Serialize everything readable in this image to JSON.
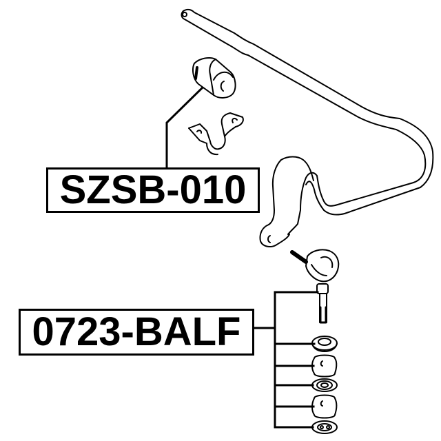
{
  "diagram": {
    "type": "exploded parts catalog diagram",
    "subject": "stabilizer bar with bushing, bracket and stabilizer link kit",
    "colors": {
      "line": "#000000",
      "background": "#ffffff"
    },
    "labels": [
      {
        "id": "szsb",
        "part_number": "SZSB-010",
        "points_to": [
          "stabilizer-bushing"
        ]
      },
      {
        "id": "balf",
        "part_number": "0723-BALF",
        "points_to": [
          "ball-joint-link",
          "upper-cup-washer",
          "upper-rubber-bushing",
          "center-washer",
          "lower-rubber-bushing",
          "lower-cup-washer"
        ]
      }
    ],
    "parts": [
      "stabilizer-bar",
      "stabilizer-bushing",
      "bushing-bracket",
      "ball-joint-link",
      "upper-cup-washer",
      "upper-rubber-bushing",
      "center-washer",
      "lower-rubber-bushing",
      "lower-cup-washer"
    ]
  }
}
